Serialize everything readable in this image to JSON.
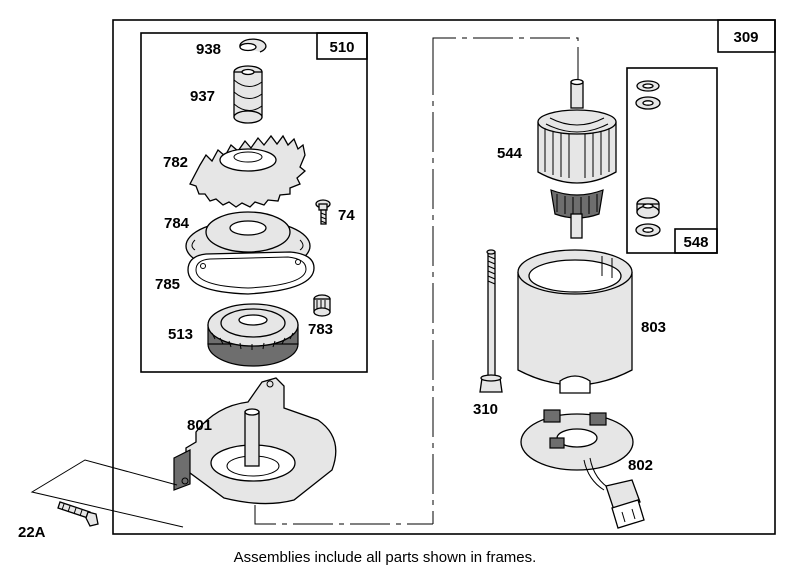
{
  "caption": "Assemblies include all parts shown in frames.",
  "frames": {
    "outer": "309",
    "gear_assembly": "510",
    "washer_kit": "548"
  },
  "parts": {
    "p938": "938",
    "p937": "937",
    "p782": "782",
    "p784": "784",
    "p74": "74",
    "p785": "785",
    "p513": "513",
    "p783": "783",
    "p801": "801",
    "p22a": "22A",
    "p544": "544",
    "p803": "803",
    "p310": "310",
    "p802": "802"
  }
}
